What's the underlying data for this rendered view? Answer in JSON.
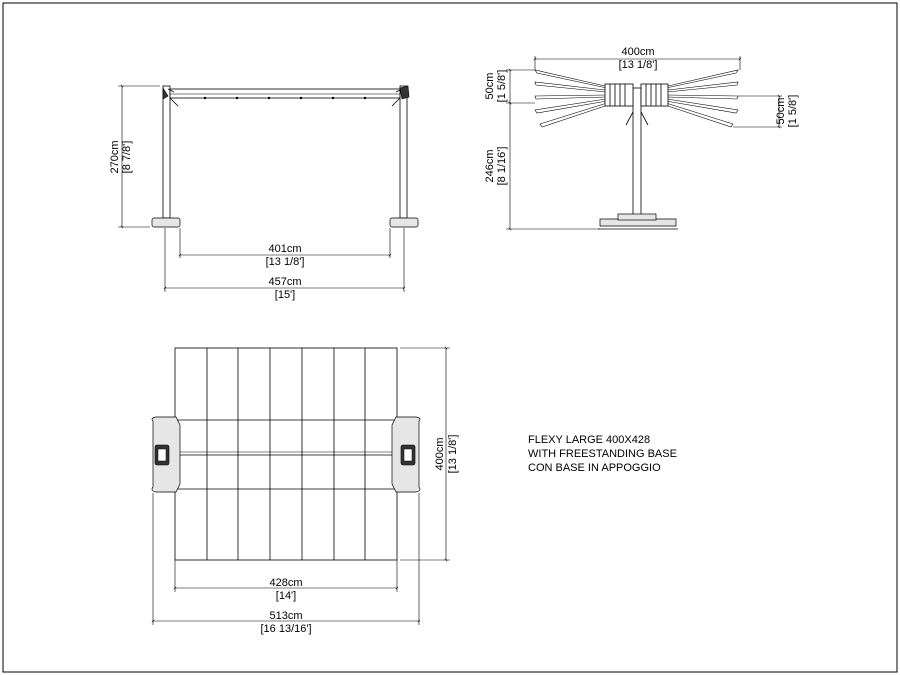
{
  "front_view": {
    "height_cm": "270cm",
    "height_in": "[8 7/8']",
    "inner_width_cm": "401cm",
    "inner_width_in": "[13 1/8']",
    "outer_width_cm": "457cm",
    "outer_width_in": "[15']"
  },
  "side_view": {
    "width_cm": "400cm",
    "width_in": "[13 1/8']",
    "tilt_up_cm": "50cm",
    "tilt_up_in": "[1 5/8']",
    "tilt_down_cm": "50cm",
    "tilt_down_in": "[1 5/8']",
    "post_height_cm": "246cm",
    "post_height_in": "[8 1/16']"
  },
  "plan_view": {
    "depth_cm": "400cm",
    "depth_in": "[13 1/8']",
    "canopy_width_cm": "428cm",
    "canopy_width_in": "[14']",
    "overall_width_cm": "513cm",
    "overall_width_in": "[16 13/16']"
  },
  "title_block": {
    "line1": "FLEXY LARGE 400X428",
    "line2": "WITH FREESTANDING BASE",
    "line3": "CON BASE IN APPOGGIO"
  }
}
